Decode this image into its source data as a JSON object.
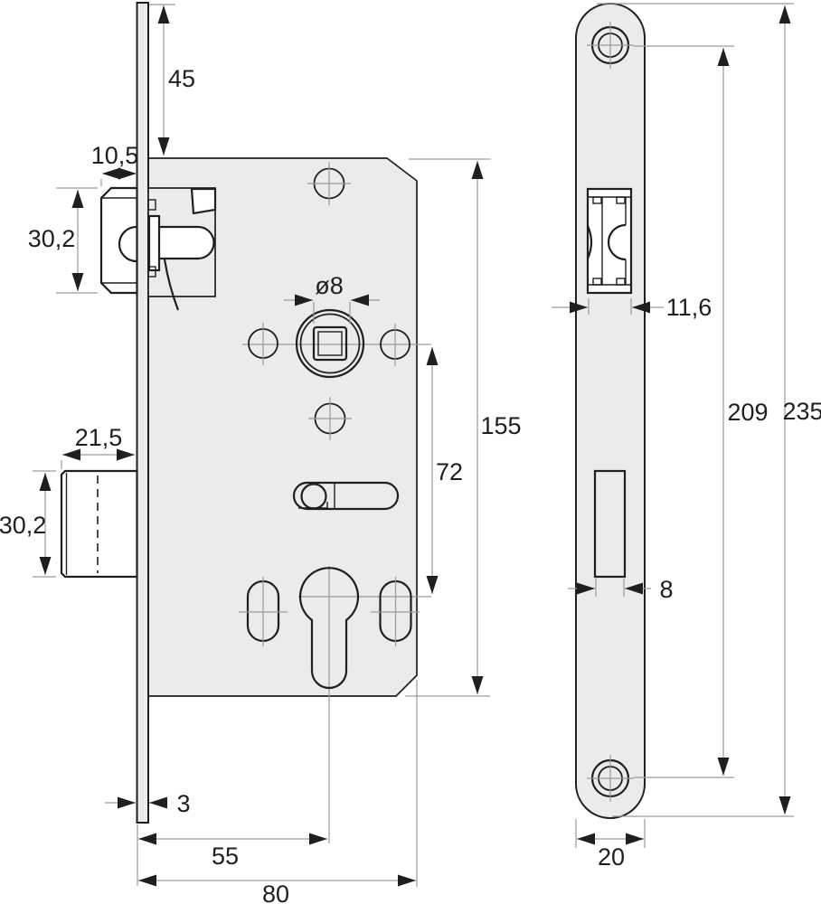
{
  "colors": {
    "outline": "#1f1f1f",
    "fill_light": "#ebebeb",
    "fill_white": "#ffffff",
    "dim_line": "#9a9a9a",
    "background": "#ffffff"
  },
  "drawing": {
    "type": "technical-dimension-drawing",
    "subject": "mortise-door-lock",
    "left_view": {
      "dimensions": {
        "plate_top_to_case": "45",
        "latch_projection": "10,5",
        "latch_height": "30,2",
        "bolt_projection": "21,5",
        "bolt_height": "30,2",
        "spindle_square": "ø8",
        "axle_to_cylinder": "72",
        "case_height": "155",
        "plate_thickness": "3",
        "backset": "55",
        "case_depth": "80"
      }
    },
    "right_view": {
      "dimensions": {
        "latch_width": "11,6",
        "screw_distance": "209",
        "plate_length": "235",
        "bolt_slot_width": "8",
        "plate_width": "20"
      }
    }
  }
}
